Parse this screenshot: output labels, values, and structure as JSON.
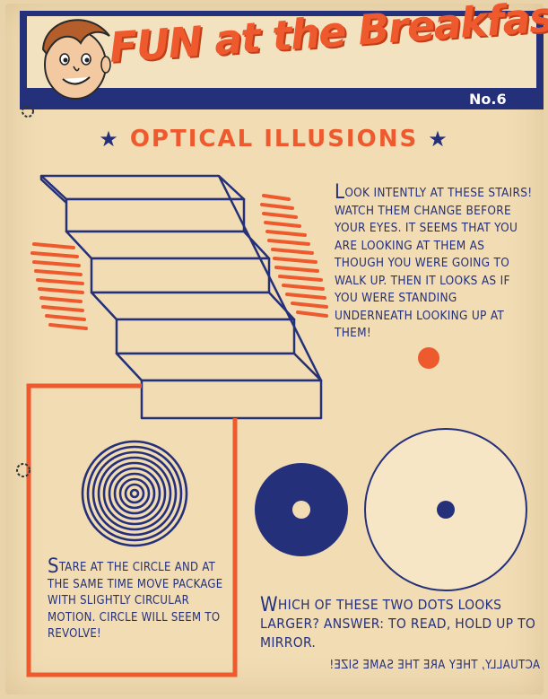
{
  "banner": {
    "title": "FUN at the Breakfast Table!",
    "issue": "No.6"
  },
  "heading": {
    "star_left": "★",
    "text": "OPTICAL ILLUSIONS",
    "star_right": "★"
  },
  "stairs_text": {
    "initial": "L",
    "body": "ook intently at these stairs! Watch them change before your eyes. It seems that you are looking at them as though you were going to walk up. Then it looks as if you were standing underneath looking up at them!"
  },
  "circle_text": {
    "initial": "S",
    "body": "tare at the circle and at the same time move package with slightly circular motion. Circle will seem to revolve!"
  },
  "dots_text": {
    "initial": "W",
    "body": "hich of these two dots looks larger? Answer: To read, hold up to mirror.",
    "mirror_answer": "Actually, they are the same size!"
  },
  "colors": {
    "navy": "#25307a",
    "orange": "#ee5a2e",
    "paper": "#f1dcb4"
  }
}
